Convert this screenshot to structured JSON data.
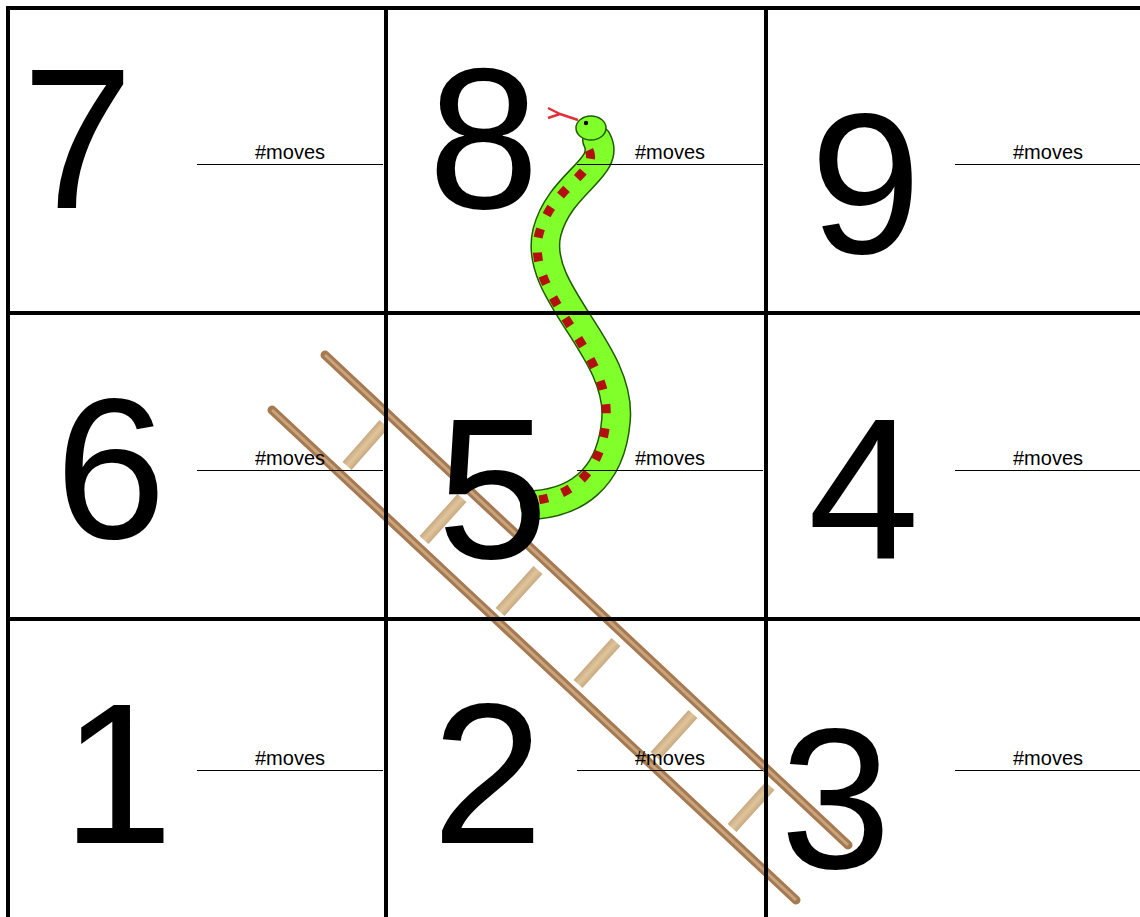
{
  "diagram": {
    "nodes": [
      {
        "text": [
          "7",
          "#moves"
        ]
      },
      {
        "text": [
          "8",
          "#moves"
        ]
      },
      {
        "text": [
          "9",
          "#moves"
        ]
      },
      {
        "text": [
          "6",
          "#moves"
        ]
      },
      {
        "text": [
          "5",
          "#moves"
        ]
      },
      {
        "text": [
          "4",
          "#moves"
        ]
      },
      {
        "text": [
          "1",
          "#moves"
        ]
      },
      {
        "text": [
          "2",
          "#moves"
        ]
      },
      {
        "text": [
          "3",
          "#moves"
        ]
      }
    ]
  }
}
